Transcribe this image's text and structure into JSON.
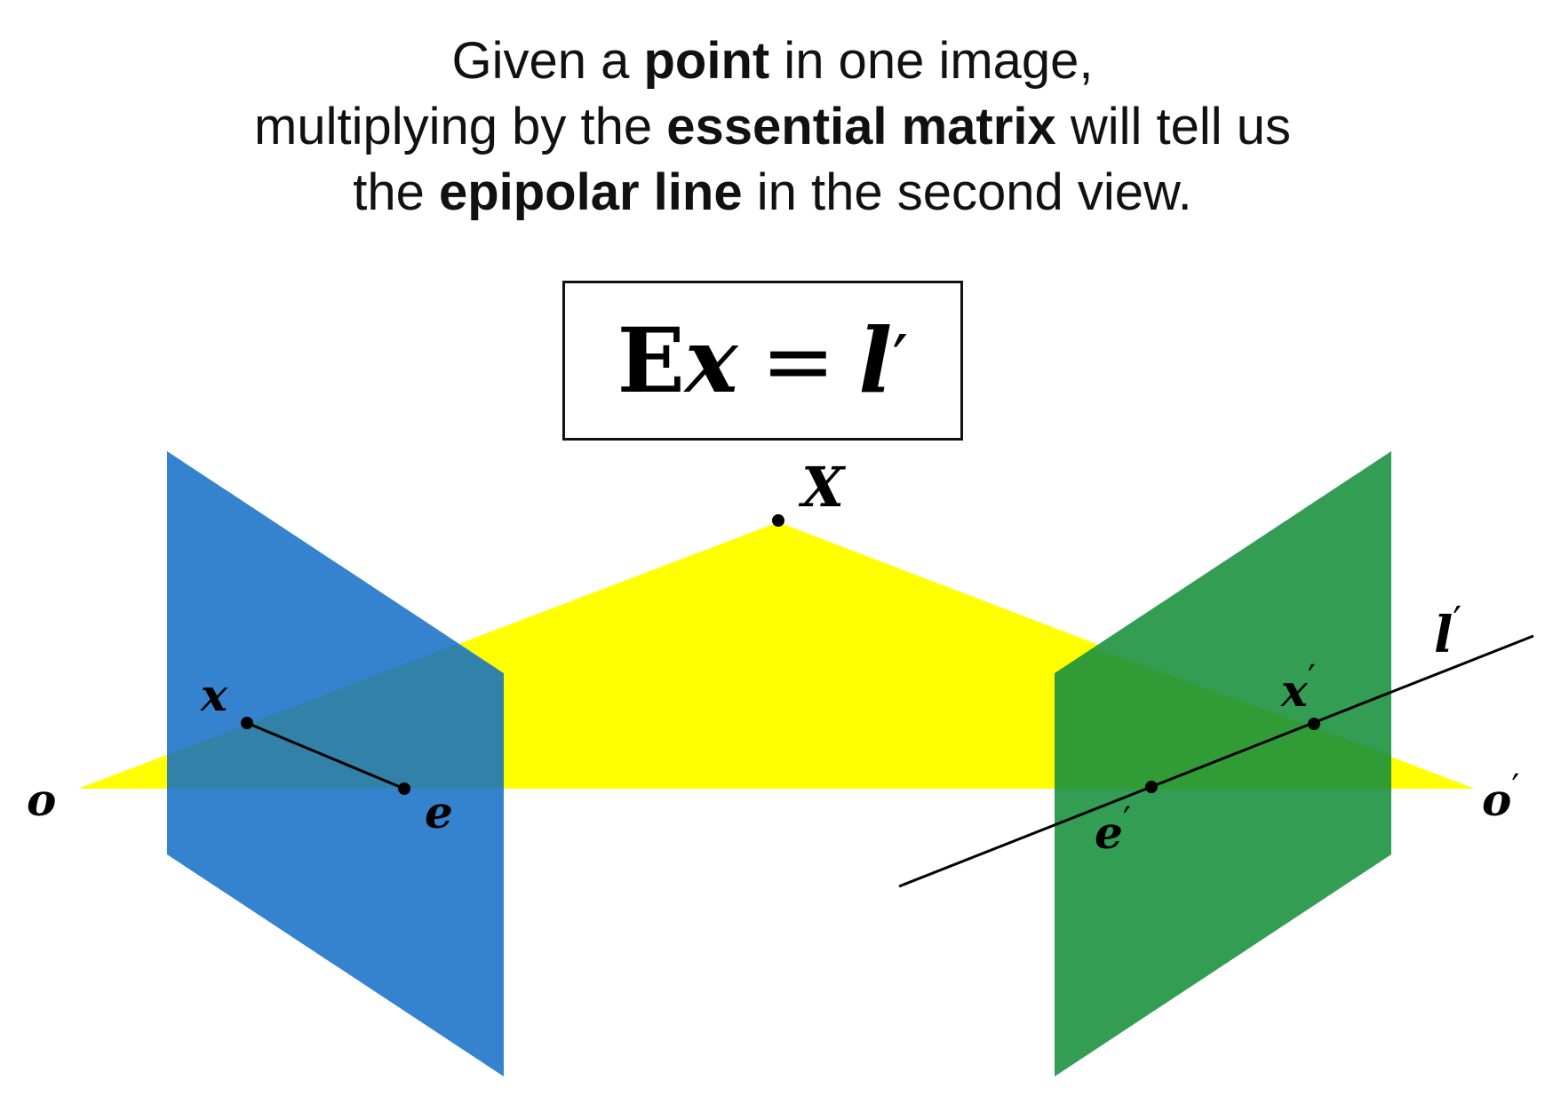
{
  "caption": {
    "line1": {
      "pre": "Given a ",
      "bold": "point",
      "post": " in one image,"
    },
    "line2": {
      "pre": "multiplying by the ",
      "bold": "essential matrix",
      "post": " will tell us"
    },
    "line3": {
      "pre": "the ",
      "bold": "epipolar line",
      "post": " in the second view."
    }
  },
  "equation": {
    "E": "E",
    "x": "x",
    "equals": "=",
    "l": "l",
    "prime": "′"
  },
  "labels": {
    "X": "X",
    "x": "x",
    "e": "e",
    "o": "o",
    "x_prime": "x",
    "e_prime": "e",
    "o_prime": "o",
    "l_prime": "l",
    "prime": "′"
  },
  "colors": {
    "left_image_plane": "#2e7fcc",
    "right_image_plane": "#2c9a4e",
    "epipolar_plane": "#ffff00",
    "lines": "#000000"
  }
}
